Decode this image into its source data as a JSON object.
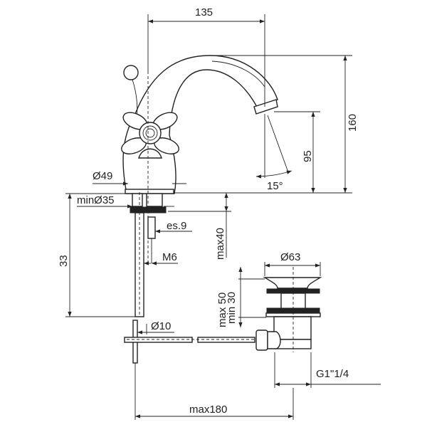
{
  "title": "Basin mixer technical drawing",
  "dimensions": {
    "spout_reach": "135",
    "total_height": "160",
    "spout_height": "95",
    "spray_angle": "15°",
    "body_diameter": "Ø49",
    "min_hole": "minØ35",
    "wrench": "es.9",
    "max_thickness": "max40",
    "shank_length": "33",
    "thread": "M6",
    "waste_diameter": "Ø63",
    "waste_max": "max 50",
    "waste_min": "min 30",
    "rod_diameter": "Ø10",
    "waste_thread": "G1\"1/4",
    "rod_length": "max180"
  }
}
